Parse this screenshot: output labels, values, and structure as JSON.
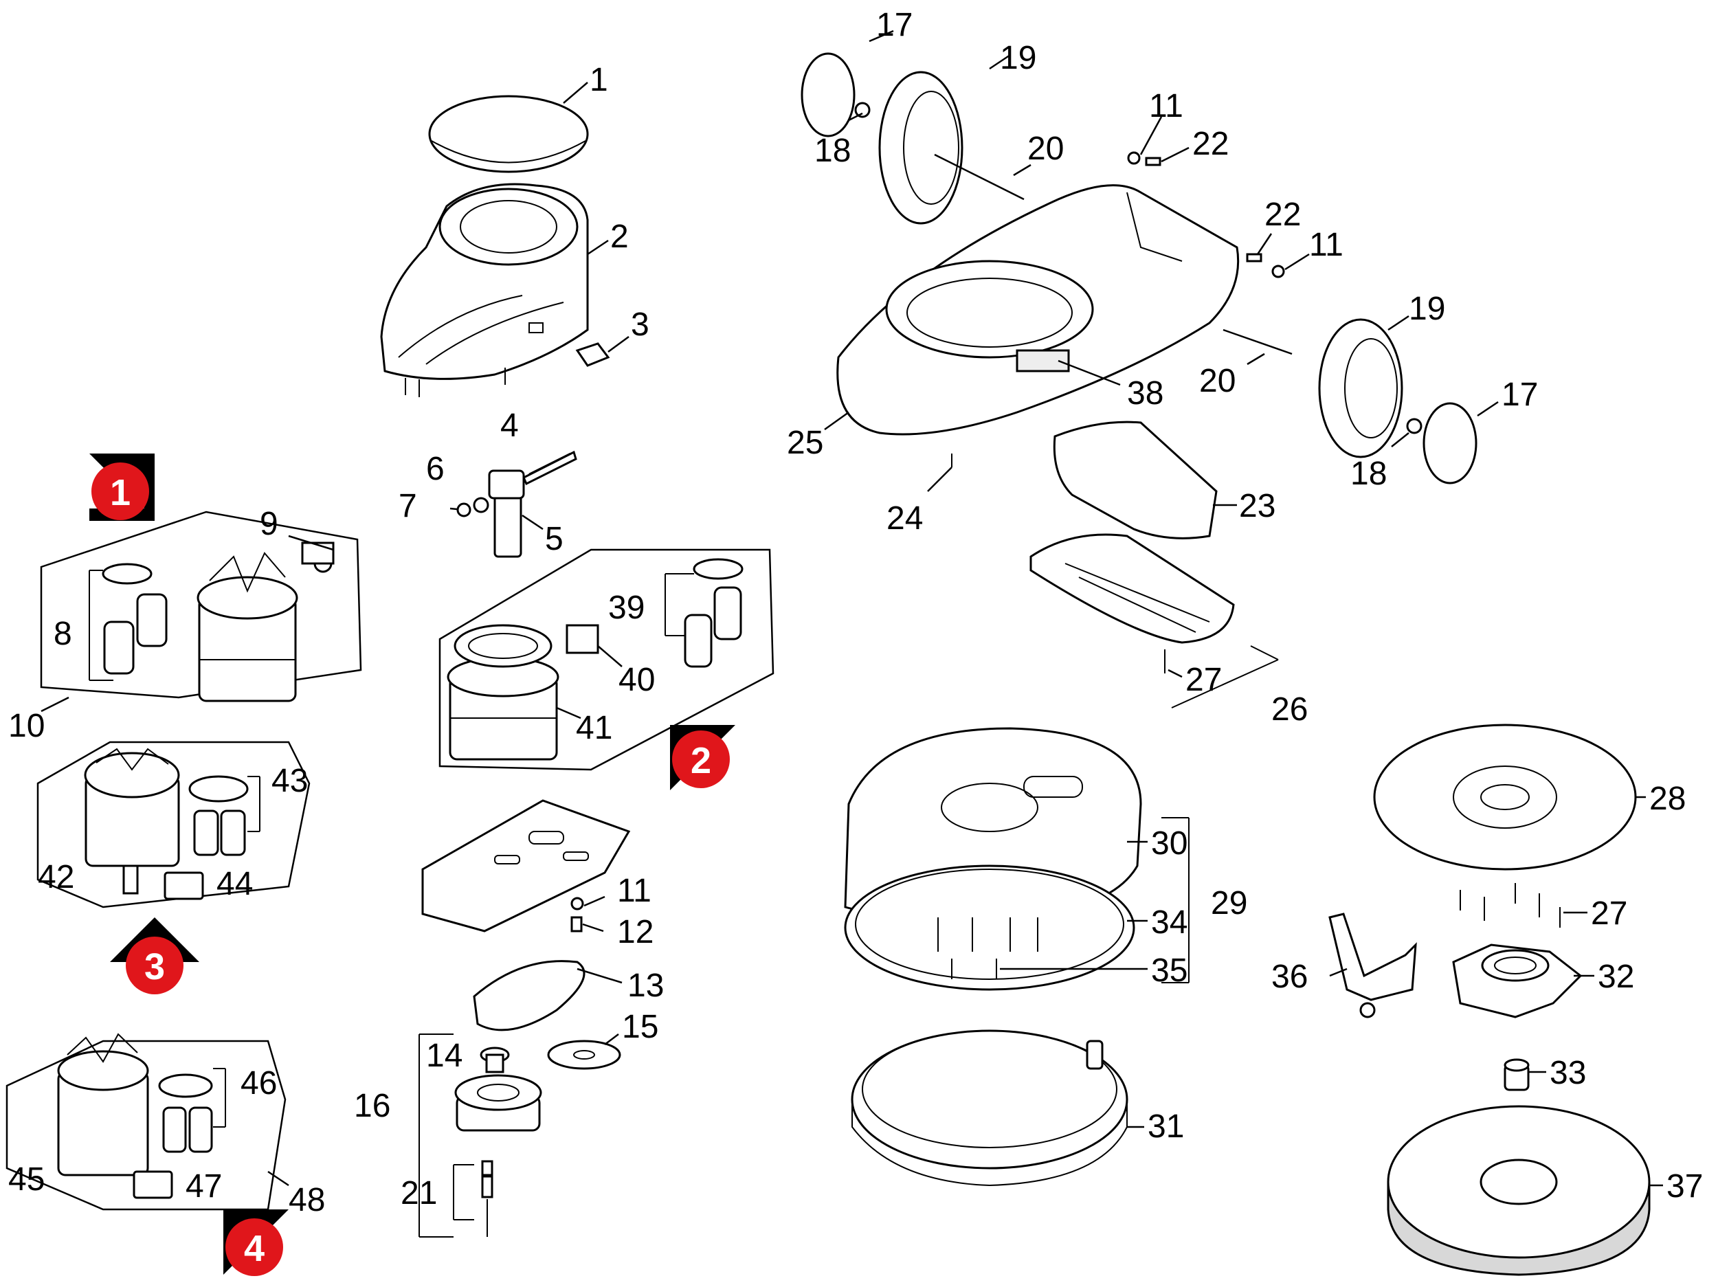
{
  "labels": {
    "p1": "1",
    "p2": "2",
    "p3": "3",
    "p4": "4",
    "p5": "5",
    "p6": "6",
    "p7": "7",
    "p8": "8",
    "p9": "9",
    "p10": "10",
    "p11a": "11",
    "p11b": "11",
    "p11c": "11",
    "p12": "12",
    "p13": "13",
    "p14": "14",
    "p15": "15",
    "p16": "16",
    "p17a": "17",
    "p17b": "17",
    "p18a": "18",
    "p18b": "18",
    "p19a": "19",
    "p19b": "19",
    "p20a": "20",
    "p20b": "20",
    "p21": "21",
    "p22a": "22",
    "p22b": "22",
    "p23": "23",
    "p24": "24",
    "p25": "25",
    "p26": "26",
    "p27a": "27",
    "p27b": "27",
    "p28": "28",
    "p29": "29",
    "p30": "30",
    "p31": "31",
    "p32": "32",
    "p33": "33",
    "p34": "34",
    "p35": "35",
    "p36": "36",
    "p37": "37",
    "p38": "38",
    "p39": "39",
    "p40": "40",
    "p41": "41",
    "p42": "42",
    "p43": "43",
    "p44": "44",
    "p45": "45",
    "p46": "46",
    "p47": "47",
    "p48": "48"
  },
  "variant_badges": {
    "v1": "1",
    "v2": "2",
    "v3": "3",
    "v4": "4"
  },
  "colors": {
    "badge_red": "#e0161b",
    "badge_flag": "#000000",
    "line": "#000000",
    "pad_grey": "#d8d8d8"
  }
}
